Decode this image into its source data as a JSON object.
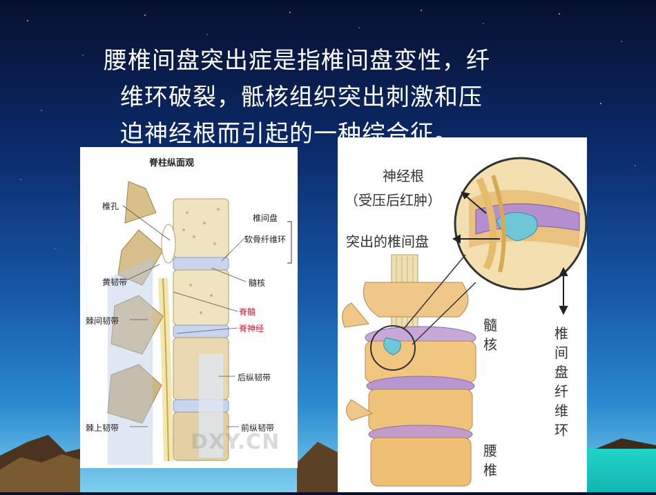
{
  "slide": {
    "line1": "腰椎间盘突出症是指椎间盘变性，纤",
    "line2": "维环破裂，骶核组织突出刺激和压",
    "line3": "迫神经根而引起的一种综合征。"
  },
  "left_figure": {
    "title": "脊柱纵面观",
    "labels": {
      "foramen": "椎孔",
      "disc": "椎间盘",
      "annulus": "软骨纤维环",
      "ligamentum_flavum": "黄韧带",
      "nucleus": "髓核",
      "spinal_cord": "脊髓",
      "spinal_nerve": "脊神经",
      "interspinous": "棘间韧带",
      "posterior_longitudinal": "后纵韧带",
      "supraspinous": "棘上韧带",
      "anterior_longitudinal": "前纵韧带"
    },
    "watermark": "DXY.CN"
  },
  "right_figure": {
    "labels": {
      "nerve_root": "神经根",
      "nerve_root_note": "（受压后红肿）",
      "herniated_disc": "突出的椎间盘",
      "nucleus": "髓核",
      "annulus": "椎间盘纤维环",
      "lumbar": "腰椎"
    }
  },
  "colors": {
    "text": "#ffffff",
    "sky_top": "#07102e",
    "sky_bottom": "#7fd0ee",
    "accent_red": "#d0182b",
    "teal": "#22d4c8"
  }
}
